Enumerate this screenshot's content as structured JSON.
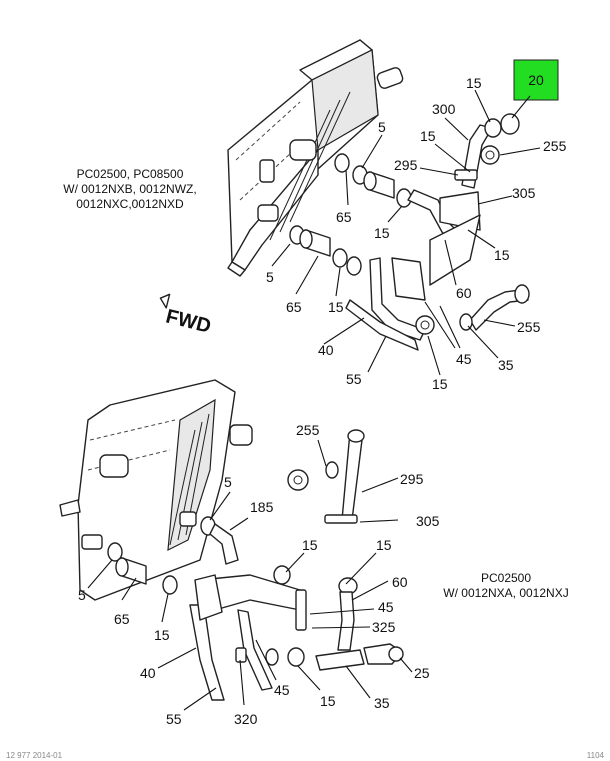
{
  "highlight": {
    "label": "20",
    "color": "#22dd22"
  },
  "upper_view": {
    "note_lines": [
      "PC02500, PC08500",
      "W/ 0012NXB, 0012NWZ,",
      "0012NXC,0012NXD"
    ],
    "callouts": [
      "15",
      "300",
      "15",
      "255",
      "5",
      "295",
      "305",
      "65",
      "15",
      "15",
      "5",
      "65",
      "15",
      "60",
      "255",
      "40",
      "45",
      "35",
      "55",
      "15"
    ]
  },
  "fwd_label": "FWD",
  "lower_view": {
    "note_lines": [
      "PC02500",
      "W/ 0012NXA, 0012NXJ"
    ],
    "callouts": [
      "255",
      "295",
      "5",
      "185",
      "305",
      "15",
      "15",
      "60",
      "5",
      "65",
      "15",
      "45",
      "325",
      "40",
      "25",
      "45",
      "15",
      "35",
      "55",
      "320"
    ]
  },
  "footer": {
    "left": "12 977 2014-01",
    "right": "1104"
  }
}
